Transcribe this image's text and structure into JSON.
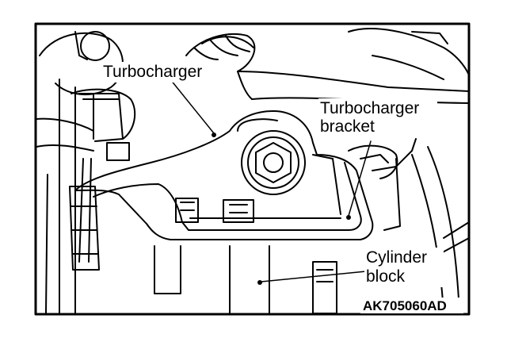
{
  "diagram": {
    "labels": {
      "turbocharger": "Turbocharger",
      "bracket_line1": "Turbocharger",
      "bracket_line2": "bracket",
      "cylinder_line1": "Cylinder",
      "cylinder_line2": "block"
    },
    "figure_code": "AK705060AD",
    "colors": {
      "ink": "#000000",
      "paper": "#ffffff"
    }
  }
}
